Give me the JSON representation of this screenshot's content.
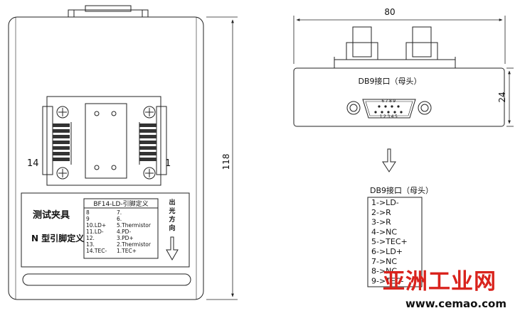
{
  "left_view": {
    "label_left": "14",
    "label_right": "1",
    "dim_height": "118",
    "panel": {
      "title_line1": "测试夹具",
      "title_line2": "N 型引脚定义",
      "table_title": "BF14-LD-引脚定义",
      "col_left": [
        "8",
        "9",
        "10.LD+",
        "11.LD-",
        "12.",
        "13.",
        "14.TEC-"
      ],
      "col_right": [
        "7.",
        "6.",
        "5.Thermistor",
        "4.PD-",
        "3.PD+",
        "2.Thermistor",
        "1.TEC+"
      ],
      "direction_text": "出光方向"
    }
  },
  "right_view": {
    "dim_width": "80",
    "dim_height": "24",
    "connector_label": "DB9接口（母头）",
    "pins_top": "6789",
    "pins_bottom": "12345",
    "list_title": "DB9接口（母头）",
    "pin_list": [
      "1->LD-",
      "2->R",
      "3->R",
      "4->NC",
      "5->TEC+",
      "6->LD+",
      "7->NC",
      "8->NC",
      "9->TEC-"
    ]
  },
  "watermark": {
    "brand": "亚洲工业网",
    "url": "www.cemao.com"
  },
  "colors": {
    "line": "#222222",
    "watermark": "#d9231d"
  }
}
